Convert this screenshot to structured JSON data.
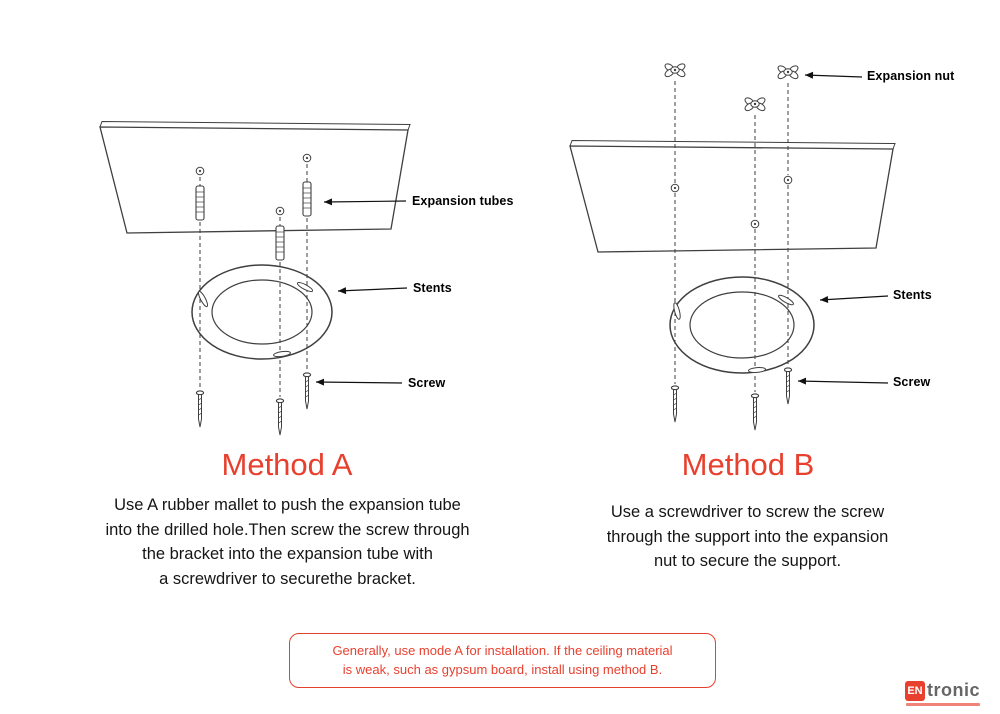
{
  "method_a": {
    "title": "Method A",
    "lines": [
      "Use A rubber mallet to push the expansion tube",
      "into the drilled hole.Then screw the screw through",
      "the bracket into the expansion tube with",
      "a screwdriver to securethe bracket."
    ],
    "labels": {
      "expansion_tubes": "Expansion tubes",
      "stents": "Stents",
      "screw": "Screw"
    }
  },
  "method_b": {
    "title": "Method B",
    "lines": [
      "Use a screwdriver to screw the screw",
      "through the support into the expansion",
      "nut to secure the support."
    ],
    "labels": {
      "expansion_nut": "Expansion nut",
      "stents": "Stents",
      "screw": "Screw"
    }
  },
  "note": {
    "lines": [
      "Generally, use mode A for installation. If the ceiling material",
      "is weak, such as gypsum board, install using method B."
    ]
  },
  "brand": {
    "prefix": "EN",
    "suffix": "tronic"
  },
  "colors": {
    "accent": "#e8402f",
    "line": "#3f3f3f"
  }
}
